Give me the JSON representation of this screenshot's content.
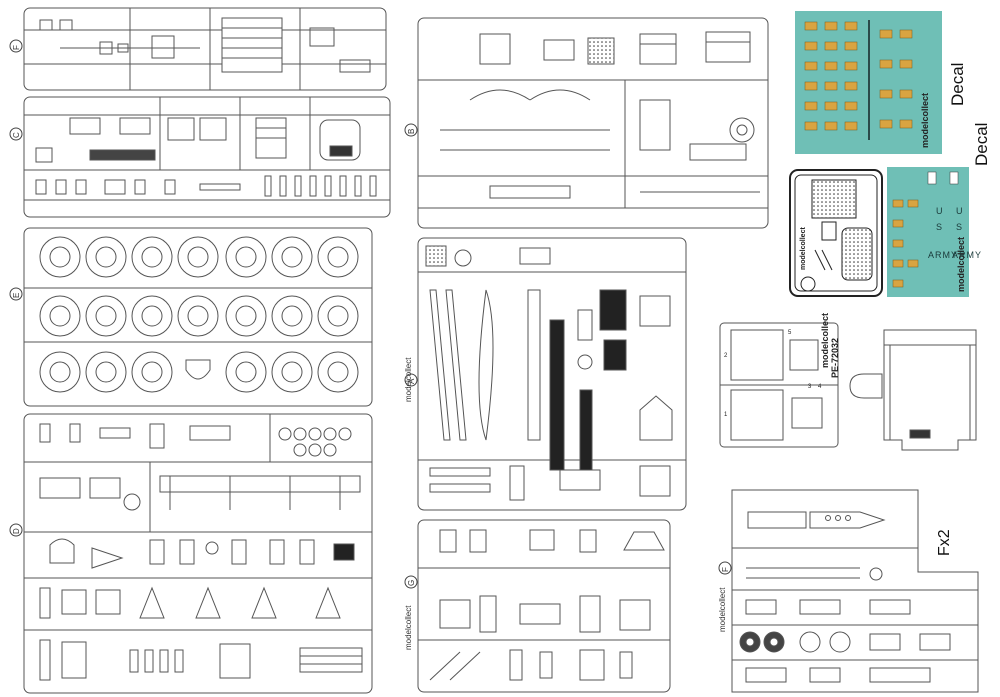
{
  "labels": {
    "decal_1": "Decal",
    "decal_2": "Decal",
    "fx2": "Fx2",
    "pe_code": "PE-72032",
    "brand": "modelcollect"
  },
  "sprue_tags": [
    "F",
    "C",
    "E",
    "D",
    "B",
    "A",
    "G",
    "F"
  ],
  "decal_sheet_2": {
    "left_column": [
      "U",
      "S"
    ],
    "right_column": [
      "U",
      "S",
      "ARMY"
    ],
    "left_word": "ARMY"
  },
  "pe_part_numbers": [
    "1",
    "2",
    "3",
    "4",
    "5"
  ],
  "colors": {
    "outline": "#555555",
    "decal_bg": "#6fbfb6",
    "decal_label": "#d9a441",
    "paper": "#ffffff"
  }
}
